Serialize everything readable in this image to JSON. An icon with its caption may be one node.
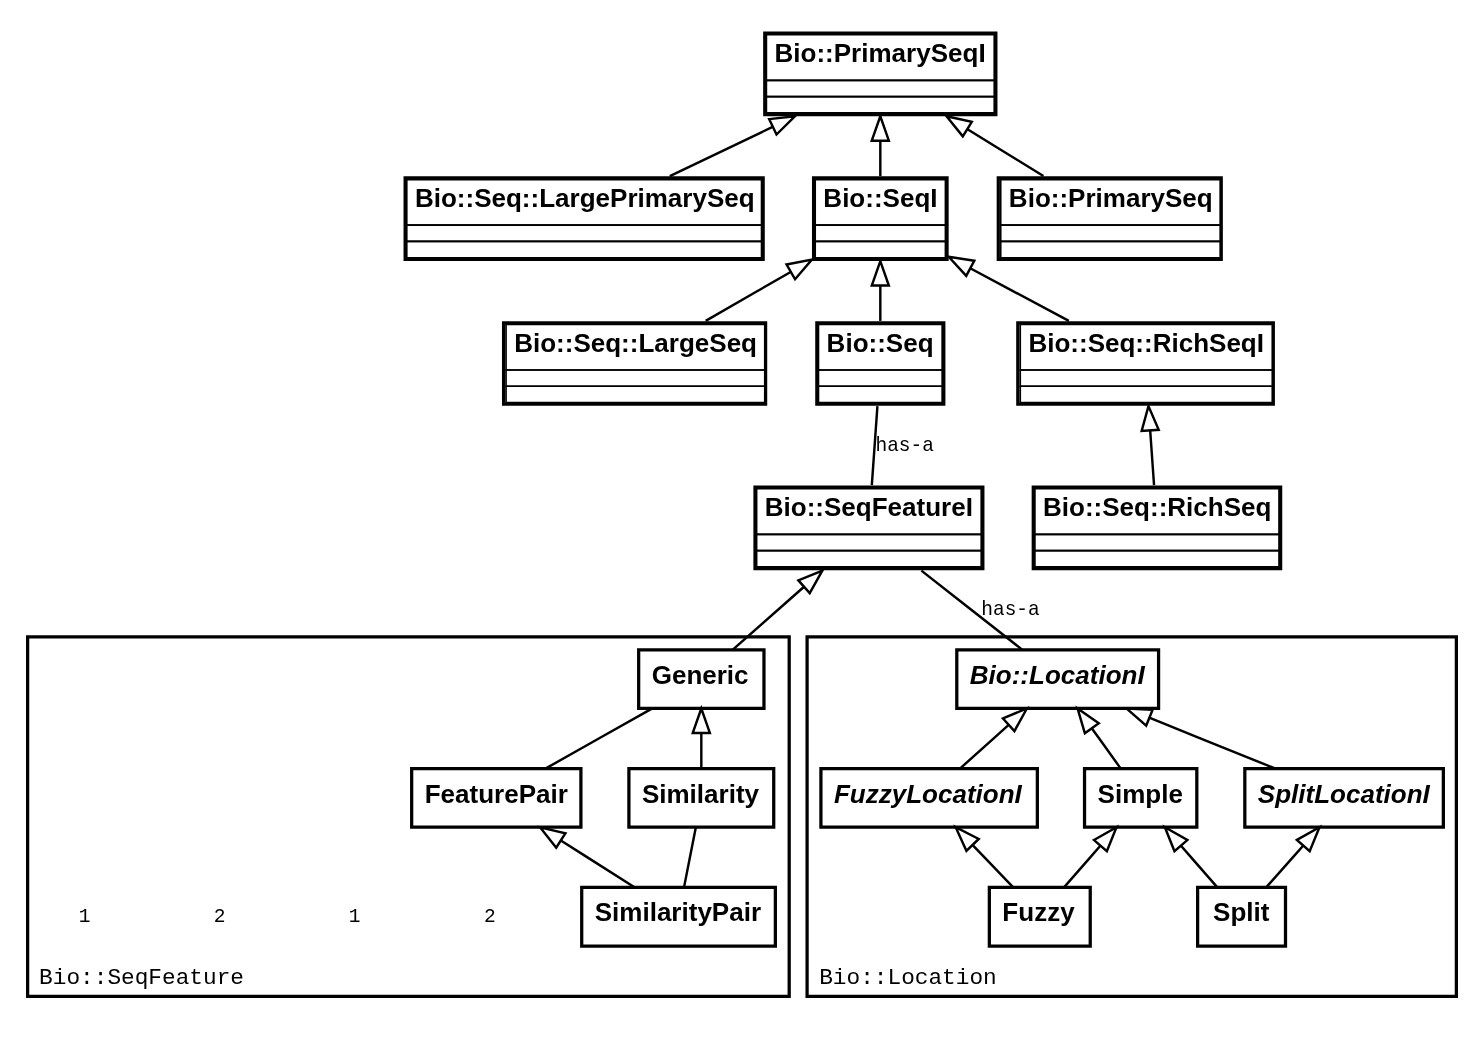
{
  "diagram": {
    "nodes": [
      {
        "text": [
          "Bio::PrimarySeqI"
        ]
      },
      {
        "text": [
          "Bio::Seq::LargePrimarySeq"
        ]
      },
      {
        "text": [
          "Bio::SeqI"
        ]
      },
      {
        "text": [
          "Bio::PrimarySeq"
        ]
      },
      {
        "text": [
          "Bio::Seq::LargeSeq"
        ]
      },
      {
        "text": [
          "Bio::Seq"
        ]
      },
      {
        "text": [
          "Bio::Seq::RichSeqI"
        ]
      },
      {
        "text": [
          "Bio::Seq::RichSeq"
        ]
      },
      {
        "text": [
          "Bio::SeqFeatureI"
        ]
      },
      {
        "text": [
          "Bio::SeqFeature"
        ]
      },
      {
        "text": [
          "Generic"
        ],
        "in": 9
      },
      {
        "text": [
          "FeaturePair"
        ],
        "in": 9
      },
      {
        "text": [
          "Similarity"
        ],
        "in": 9
      },
      {
        "text": [
          "SimilarityPair"
        ],
        "in": 9
      },
      {
        "text": [
          "Bio::Location"
        ]
      },
      {
        "text": [
          "Bio::LocationI"
        ],
        "in": 14
      },
      {
        "text": [
          "SplitLocationI"
        ],
        "in": 14
      },
      {
        "text": [
          "Simple"
        ],
        "in": 14
      },
      {
        "text": [
          "FuzzyLocationI"
        ],
        "in": 14
      },
      {
        "text": [
          "Split"
        ],
        "in": 14
      },
      {
        "text": [
          "Fuzzy"
        ],
        "in": 14
      }
    ],
    "edges": [
      {
        "from": 1,
        "to": 0,
        "arrow": "to"
      },
      {
        "from": 2,
        "to": 0,
        "arrow": "to"
      },
      {
        "from": 3,
        "to": 0,
        "arrow": "to"
      },
      {
        "from": 4,
        "to": 2,
        "arrow": "to"
      },
      {
        "from": 5,
        "to": 2,
        "arrow": "to"
      },
      {
        "from": 6,
        "to": 2,
        "arrow": "to"
      },
      {
        "from": 7,
        "to": 6,
        "arrow": "to"
      },
      {
        "from": 8,
        "to": 5,
        "label": "has-a",
        "arrow": "none"
      },
      {
        "from": 10,
        "to": 8,
        "arrow": "to"
      },
      {
        "from": 15,
        "to": 8,
        "label": "has-a",
        "arrow": "none"
      },
      {
        "from": 11,
        "to": 10,
        "arrow": "none"
      },
      {
        "from": 12,
        "to": 10,
        "arrow": "to"
      },
      {
        "from": 13,
        "to": 11,
        "arrow": "to"
      },
      {
        "from": 13,
        "to": 12,
        "arrow": "none"
      },
      {
        "from": 16,
        "to": 15,
        "arrow": "to"
      },
      {
        "from": 17,
        "to": 15,
        "arrow": "to"
      },
      {
        "from": 18,
        "to": 15,
        "arrow": "to"
      },
      {
        "from": 19,
        "to": 16,
        "arrow": "to"
      },
      {
        "from": 19,
        "to": 17,
        "arrow": "to"
      },
      {
        "from": 20,
        "to": 17,
        "arrow": "to"
      },
      {
        "from": 20,
        "to": 18,
        "arrow": "to"
      }
    ],
    "labels": [
      "2",
      "1",
      "2",
      "1"
    ]
  }
}
